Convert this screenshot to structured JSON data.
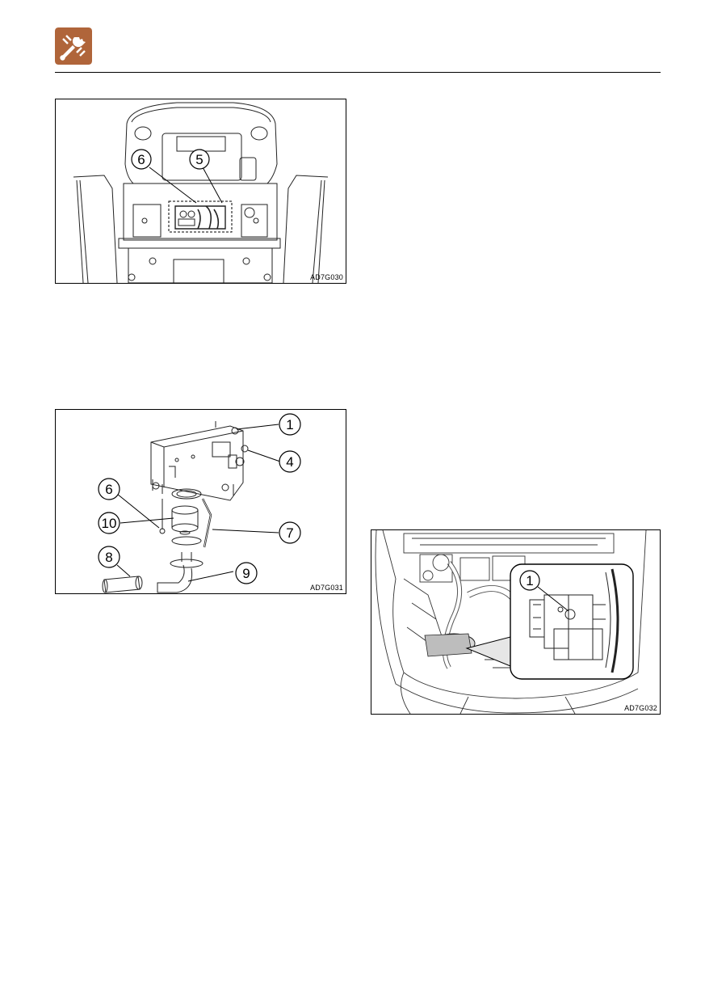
{
  "header": {
    "icon": "wrench-gear-maintenance-icon",
    "icon_color": "#b0653a"
  },
  "figures": [
    {
      "code": "AD7G030",
      "callouts": [
        "6",
        "5"
      ]
    },
    {
      "code": "AD7G031",
      "callouts": [
        "1",
        "4",
        "6",
        "10",
        "7",
        "8",
        "9"
      ]
    },
    {
      "code": "AD7G032",
      "callouts": [
        "1"
      ]
    }
  ]
}
